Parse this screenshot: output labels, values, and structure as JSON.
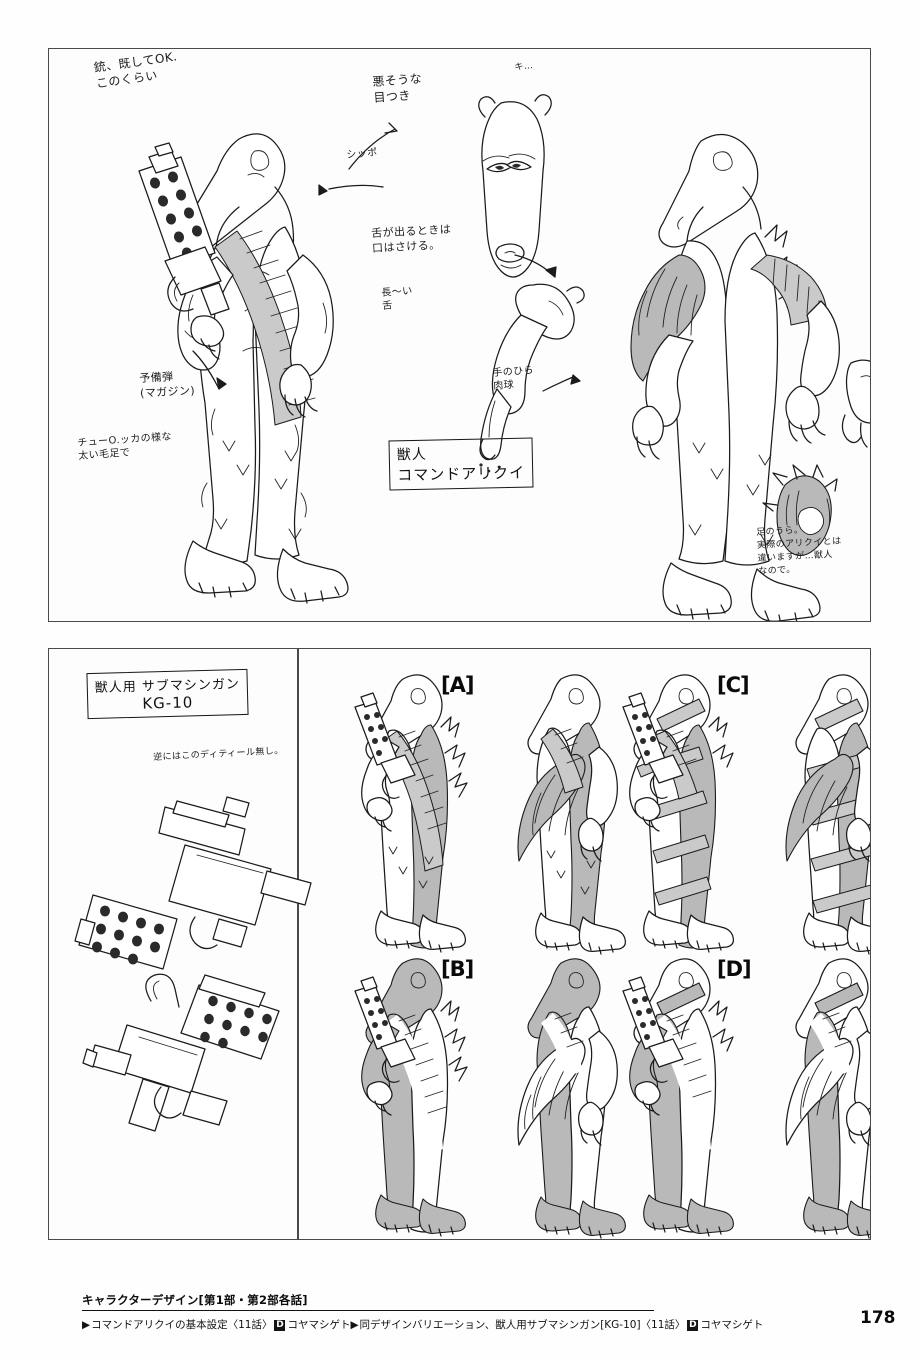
{
  "document": {
    "page_number": "178",
    "background_color": "#fefefe",
    "ink_color": "#1b1b1b",
    "gray_fill": "#b9b9b9"
  },
  "footer": {
    "section_heading": "キャラクターデザイン[第1部・第2部各話]",
    "credit_marker": "D",
    "triangle": "▶",
    "entry_1": "コマンドアリクイの基本設定〈11話〉",
    "credit_1": "コヤマシゲト",
    "entry_2": "同デザインバリエーション、獣人用サブマシンガン[KG-10]〈11話〉",
    "credit_2": "コヤマシゲト"
  },
  "panel_top": {
    "name": "character-base-design-panel",
    "title_box": {
      "line1": "獣人",
      "line2": "コマンドアリクイ"
    },
    "notes": [
      {
        "id": "note-gun-scale",
        "text": "銃、既してOK.\nこのくらい"
      },
      {
        "id": "note-evil-eyes",
        "text": "悪そうな\n目つき"
      },
      {
        "id": "note-tail",
        "text": "シッポ"
      },
      {
        "id": "note-mouth-split",
        "text": "舌が出るときは\n口はさける。"
      },
      {
        "id": "note-long-tongue",
        "text": "長〜い\n舌"
      },
      {
        "id": "note-spare-mag",
        "text": "予備弾\n(マガジン)"
      },
      {
        "id": "note-chewbacca",
        "text": "チューO.ッカの様な\n太い毛足で"
      },
      {
        "id": "note-palm-pad",
        "text": "手のひら\n肉球"
      },
      {
        "id": "note-footsole",
        "text": "足のうら。\n実際のアリクイとは\n違いますが…獣人\nなので。"
      },
      {
        "id": "note-kiss",
        "text": "キ…"
      }
    ]
  },
  "panel_bottom_left": {
    "name": "submachinegun-design-panel",
    "title_box": {
      "line1": "獣人用 サブマシンガン",
      "line2": "KG-10"
    },
    "notes": [
      {
        "id": "note-reverse-detail",
        "text": "逆にはこのディティール無し。"
      }
    ]
  },
  "panel_bottom_right": {
    "name": "design-variations-panel",
    "variations": [
      {
        "id": "variation-a",
        "label": "[A]"
      },
      {
        "id": "variation-b",
        "label": "[B]"
      },
      {
        "id": "variation-c",
        "label": "[C]"
      },
      {
        "id": "variation-d",
        "label": "[D]"
      }
    ]
  }
}
